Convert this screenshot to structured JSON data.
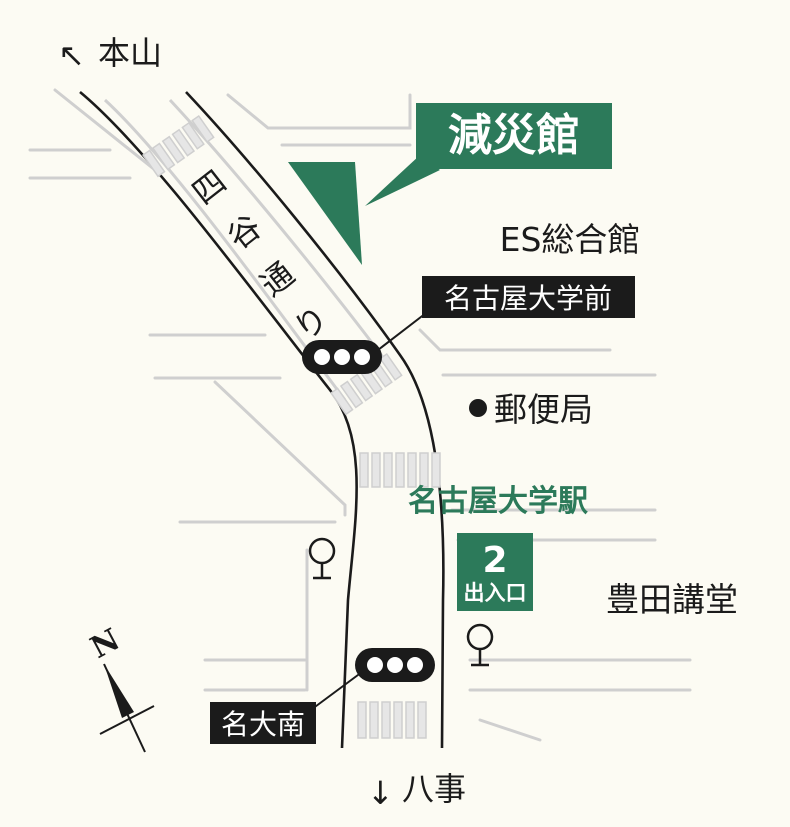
{
  "colors": {
    "background": "#fcfbf3",
    "road_outline": "#cfcfcf",
    "main_road": "#1b1b1b",
    "building": "#2c7a5a",
    "station_text": "#2c7a5a",
    "label_dark": "#1b1b1b",
    "label_light": "#ffffff"
  },
  "directions": {
    "north_west_arrow": "↖",
    "north_west_label": "本山",
    "south_arrow": "↓",
    "south_label": "八事",
    "compass_north": "N"
  },
  "street_label": "四谷通り",
  "street_chars": [
    "四",
    "谷",
    "通",
    "り"
  ],
  "disaster_hall": {
    "callout": "減災館"
  },
  "landmarks": {
    "es_hall": "ES総合館",
    "post_office": "郵便局",
    "station": "名古屋大学駅",
    "toyoda_hall": "豊田講堂"
  },
  "station_exit": {
    "number": "2",
    "text": "出入口"
  },
  "traffic_signals": [
    {
      "label": "名古屋大学前"
    },
    {
      "label": "名大南"
    }
  ],
  "icons": {
    "traffic_signal": "traffic-signal-icon",
    "bus_stop": "bus-stop-icon",
    "post_office": "dot-icon",
    "north_arrow": "north-arrow-icon"
  }
}
